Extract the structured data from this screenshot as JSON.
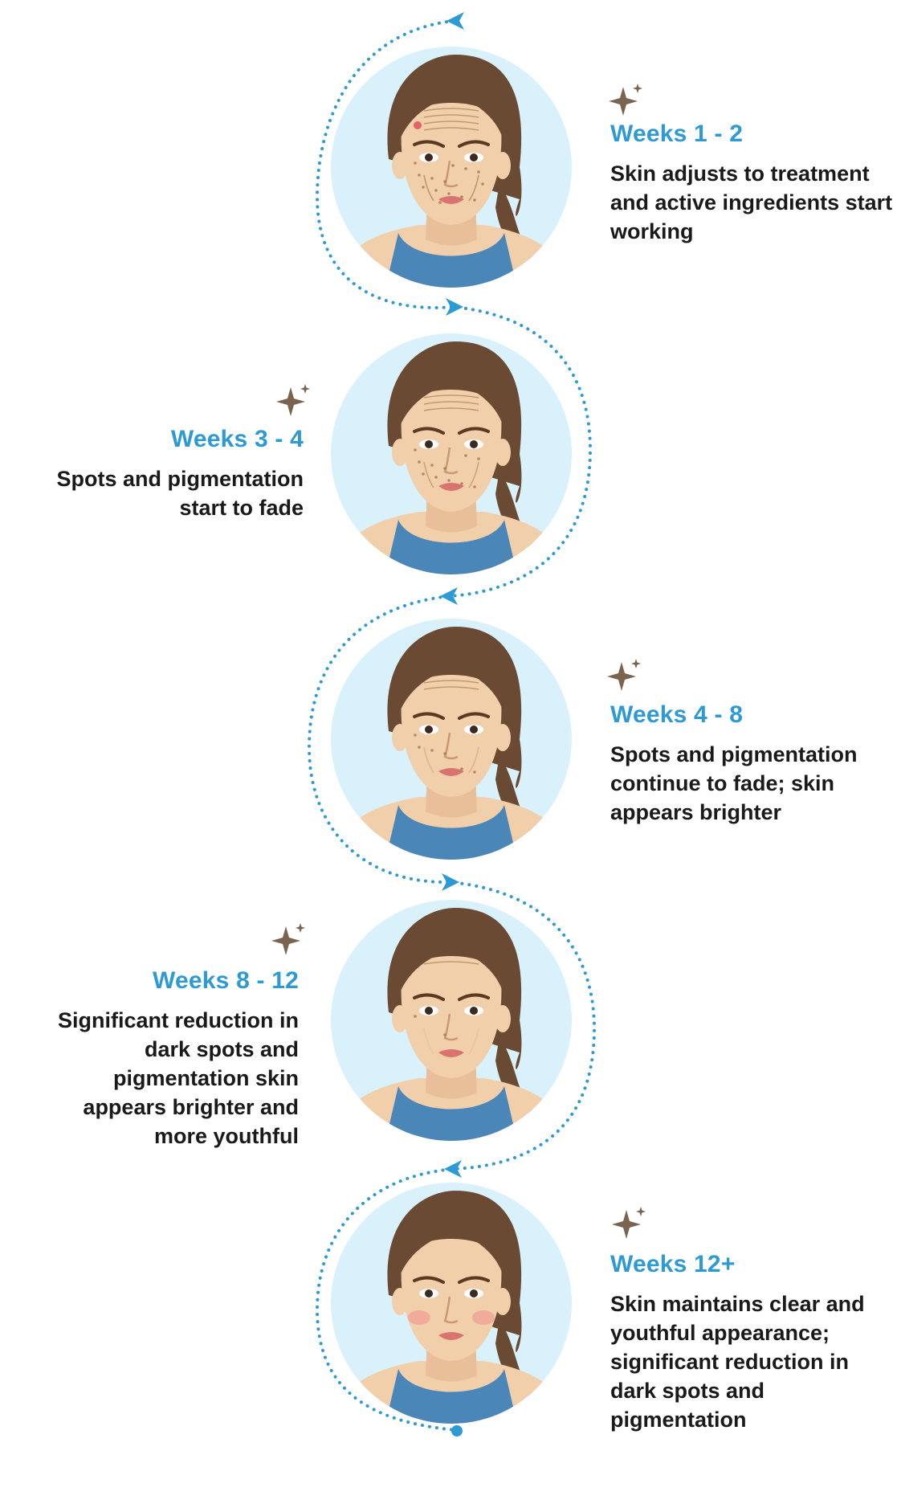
{
  "colors": {
    "accent": "#2e9ad4",
    "circle_bg": "#d9f1fb",
    "text": "#1a1a1a",
    "sparkle": "#7a6450",
    "skin": "#f1cfaa",
    "hair": "#6b4a33",
    "tank": "#4b86b8"
  },
  "stages": [
    {
      "title": "Weeks 1 - 2",
      "desc": "Skin adjusts to treatment and active ingredients start working",
      "side": "right",
      "age_level": 1.0
    },
    {
      "title": "Weeks 3 - 4",
      "desc": "Spots and pigmentation start to fade",
      "side": "left",
      "age_level": 0.75
    },
    {
      "title": "Weeks 4 - 8",
      "desc": "Spots and pigmentation continue to fade; skin appears brighter",
      "side": "right",
      "age_level": 0.45
    },
    {
      "title": "Weeks 8 - 12",
      "desc": "Significant reduction in dark spots and pigmentation skin appears brighter and more youthful",
      "side": "left",
      "age_level": 0.15
    },
    {
      "title": "Weeks 12+",
      "desc": "Skin maintains clear and youthful appearance; significant reduction in dark spots and pigmentation",
      "side": "right",
      "age_level": 0.0
    }
  ],
  "icons": [
    "sparkle-icon",
    "arrowhead-icon",
    "face-illustration"
  ]
}
